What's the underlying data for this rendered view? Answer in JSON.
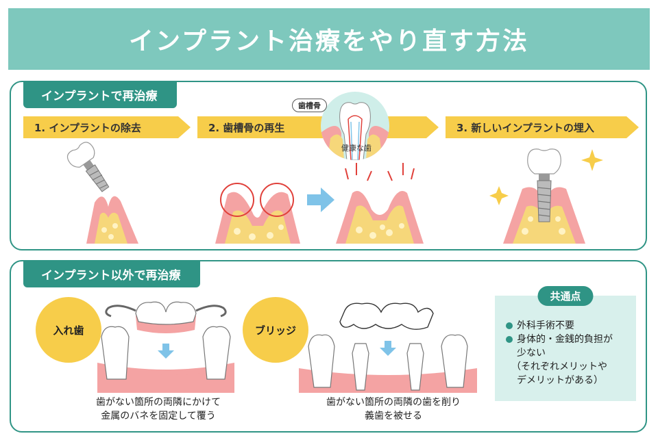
{
  "title": "インプラント治療をやり直す方法",
  "section1": {
    "tab": "インプラントで再治療",
    "steps": [
      "1. インプラントの除去",
      "2. 歯槽骨の再生",
      "3. 新しいインプラントの埋入"
    ],
    "callout": "歯槽骨",
    "healthy_label": "健康な歯"
  },
  "section2": {
    "tab": "インプラント以外で再治療",
    "denture": {
      "label": "入れ歯",
      "caption_line1": "歯がない箇所の両隣にかけて",
      "caption_line2": "金属のバネを固定して覆う"
    },
    "bridge": {
      "label": "ブリッジ",
      "caption_line1": "歯がない箇所の両隣の歯を削り",
      "caption_line2": "義歯を被せる"
    },
    "common": {
      "title": "共通点",
      "items": [
        "外科手術不要",
        "身体的・金銭的負担が",
        "少ない"
      ],
      "note_line1": "（それぞれメリットや",
      "note_line2": "デメリットがある）"
    }
  },
  "colors": {
    "header": "#7ec8bd",
    "teal": "#2f9485",
    "yellow": "#f7cd4a",
    "gum": "#f4a3a3",
    "bone": "#f6d77a",
    "implant": "#b3b3b3",
    "arrow": "#7fc3e8",
    "red_circle": "#e0403a",
    "common_bg": "#d8f0ec"
  },
  "icons": [
    "tooth-icon",
    "implant-screw-icon",
    "sparkle-icon",
    "arrow-right-icon",
    "arrow-down-icon",
    "red-circle-icon"
  ]
}
